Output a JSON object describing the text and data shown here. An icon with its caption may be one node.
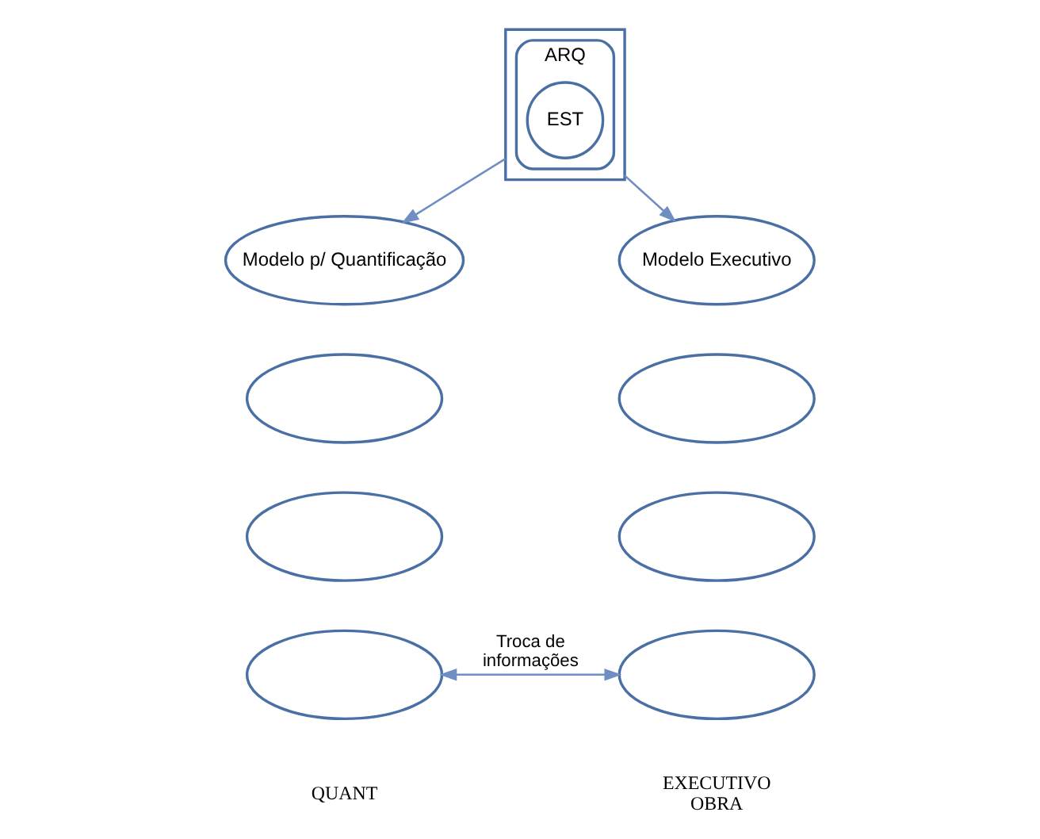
{
  "diagram": {
    "nodes": [
      {
        "text": [],
        "shape": "box"
      },
      {
        "text": [
          "ARQ"
        ],
        "in": 0
      },
      {
        "text": [
          "EST"
        ],
        "in": 1
      },
      {
        "text": [
          "Modelo p/ Quantificação"
        ]
      },
      {
        "text": [],
        "shape": "ellipse"
      },
      {
        "text": [],
        "shape": "ellipse"
      },
      {
        "text": [],
        "shape": "ellipse"
      },
      {
        "text": [
          "Modelo Executivo"
        ]
      },
      {
        "text": [],
        "shape": "ellipse"
      },
      {
        "text": [],
        "shape": "ellipse"
      },
      {
        "text": [],
        "shape": "ellipse"
      }
    ],
    "edges": [
      {
        "from": 0,
        "to": 3,
        "arrow": "to"
      },
      {
        "from": 0,
        "to": 7,
        "arrow": "to"
      },
      {
        "from": 6,
        "to": 10,
        "arrow": "both",
        "label": "Troca de informações"
      }
    ],
    "labels": [
      "QUANT",
      "EXECUTIVO OBRA"
    ]
  }
}
